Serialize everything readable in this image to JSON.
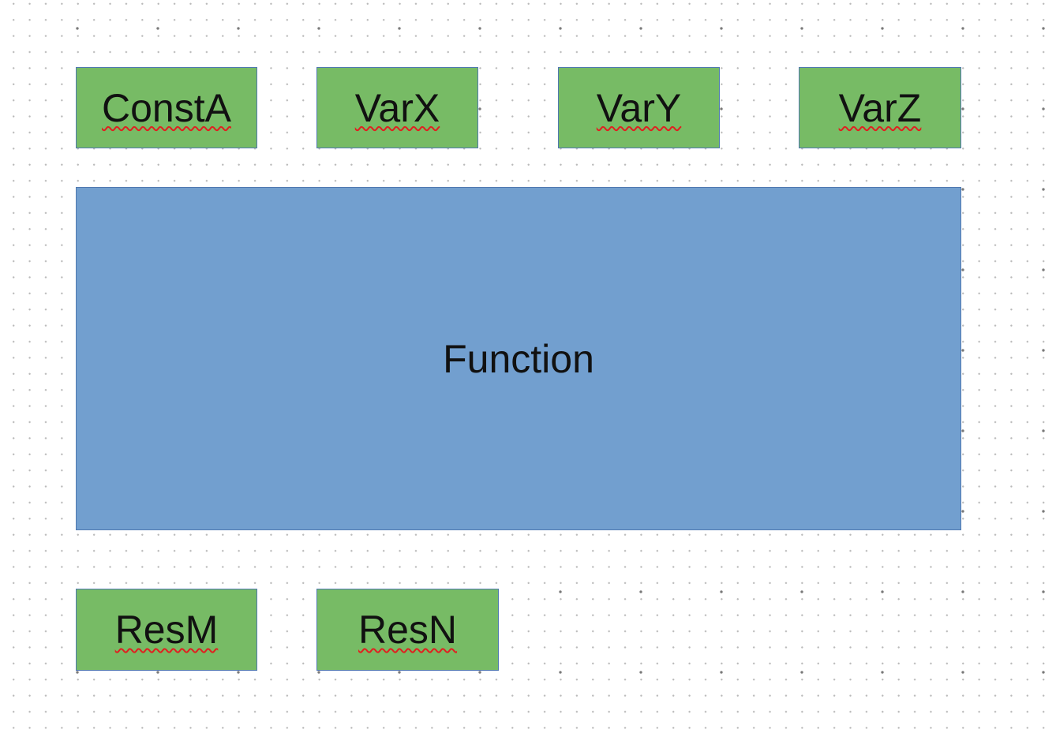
{
  "diagram": {
    "nodes": {
      "const_a": "ConstA",
      "var_x": "VarX",
      "var_y": "VarY",
      "var_z": "VarZ",
      "function": "Function",
      "res_m": "ResM",
      "res_n": "ResN"
    }
  },
  "colors": {
    "input_fill": "#77bb65",
    "function_fill": "#729fcf",
    "border": "#4f78b0",
    "spellcheck_underline": "#e02020"
  }
}
